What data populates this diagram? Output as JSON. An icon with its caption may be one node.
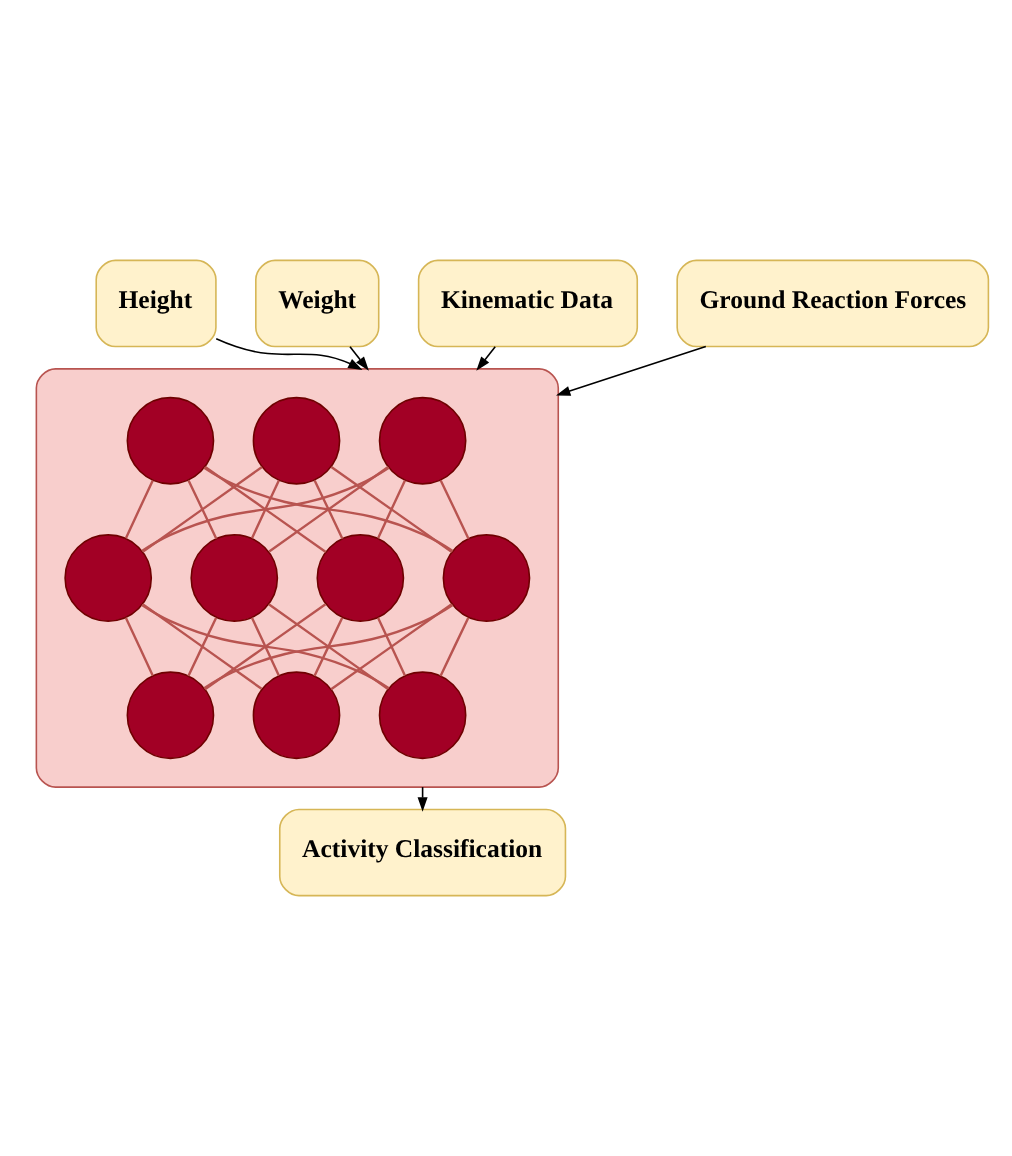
{
  "diagram": {
    "nodes": [
      {
        "text": [
          "Height"
        ]
      },
      {
        "text": [
          "Weight"
        ]
      },
      {
        "text": [
          "Kinematic Data"
        ]
      },
      {
        "text": [
          "Ground Reaction Forces"
        ]
      },
      {
        "text": [],
        "shape": "box"
      },
      {
        "text": [],
        "shape": "circle",
        "in": 4
      },
      {
        "text": [],
        "shape": "circle",
        "in": 4
      },
      {
        "text": [],
        "shape": "circle",
        "in": 4
      },
      {
        "text": [],
        "shape": "circle",
        "in": 4
      },
      {
        "text": [],
        "shape": "circle",
        "in": 4
      },
      {
        "text": [],
        "shape": "circle",
        "in": 4
      },
      {
        "text": [],
        "shape": "circle",
        "in": 4
      },
      {
        "text": [],
        "shape": "circle",
        "in": 4
      },
      {
        "text": [],
        "shape": "circle",
        "in": 4
      },
      {
        "text": [],
        "shape": "circle",
        "in": 4
      },
      {
        "text": [
          "Activity Classification"
        ]
      }
    ],
    "edges": [
      {
        "from": 0,
        "to": 4,
        "arrow": "to",
        "color": "#000000"
      },
      {
        "from": 1,
        "to": 4,
        "arrow": "to",
        "color": "#000000"
      },
      {
        "from": 2,
        "to": 4,
        "arrow": "to",
        "color": "#000000"
      },
      {
        "from": 3,
        "to": 4,
        "arrow": "to",
        "color": "#000000"
      },
      {
        "from": 5,
        "to": 8,
        "arrow": "none"
      },
      {
        "from": 5,
        "to": 9,
        "arrow": "none"
      },
      {
        "from": 5,
        "to": 10,
        "arrow": "none"
      },
      {
        "from": 5,
        "to": 11,
        "arrow": "none"
      },
      {
        "from": 6,
        "to": 8,
        "arrow": "none"
      },
      {
        "from": 6,
        "to": 9,
        "arrow": "none"
      },
      {
        "from": 6,
        "to": 10,
        "arrow": "none"
      },
      {
        "from": 6,
        "to": 11,
        "arrow": "none"
      },
      {
        "from": 7,
        "to": 8,
        "arrow": "none"
      },
      {
        "from": 7,
        "to": 9,
        "arrow": "none"
      },
      {
        "from": 7,
        "to": 10,
        "arrow": "none"
      },
      {
        "from": 7,
        "to": 11,
        "arrow": "none"
      },
      {
        "from": 8,
        "to": 12,
        "arrow": "none"
      },
      {
        "from": 8,
        "to": 13,
        "arrow": "none"
      },
      {
        "from": 8,
        "to": 14,
        "arrow": "none"
      },
      {
        "from": 9,
        "to": 12,
        "arrow": "none"
      },
      {
        "from": 9,
        "to": 13,
        "arrow": "none"
      },
      {
        "from": 9,
        "to": 14,
        "arrow": "none"
      },
      {
        "from": 10,
        "to": 12,
        "arrow": "none"
      },
      {
        "from": 10,
        "to": 13,
        "arrow": "none"
      },
      {
        "from": 10,
        "to": 14,
        "arrow": "none"
      },
      {
        "from": 11,
        "to": 12,
        "arrow": "none"
      },
      {
        "from": 11,
        "to": 13,
        "arrow": "none"
      },
      {
        "from": 11,
        "to": 14,
        "arrow": "none"
      },
      {
        "from": 4,
        "to": 15,
        "arrow": "to",
        "color": "#000000"
      }
    ]
  }
}
